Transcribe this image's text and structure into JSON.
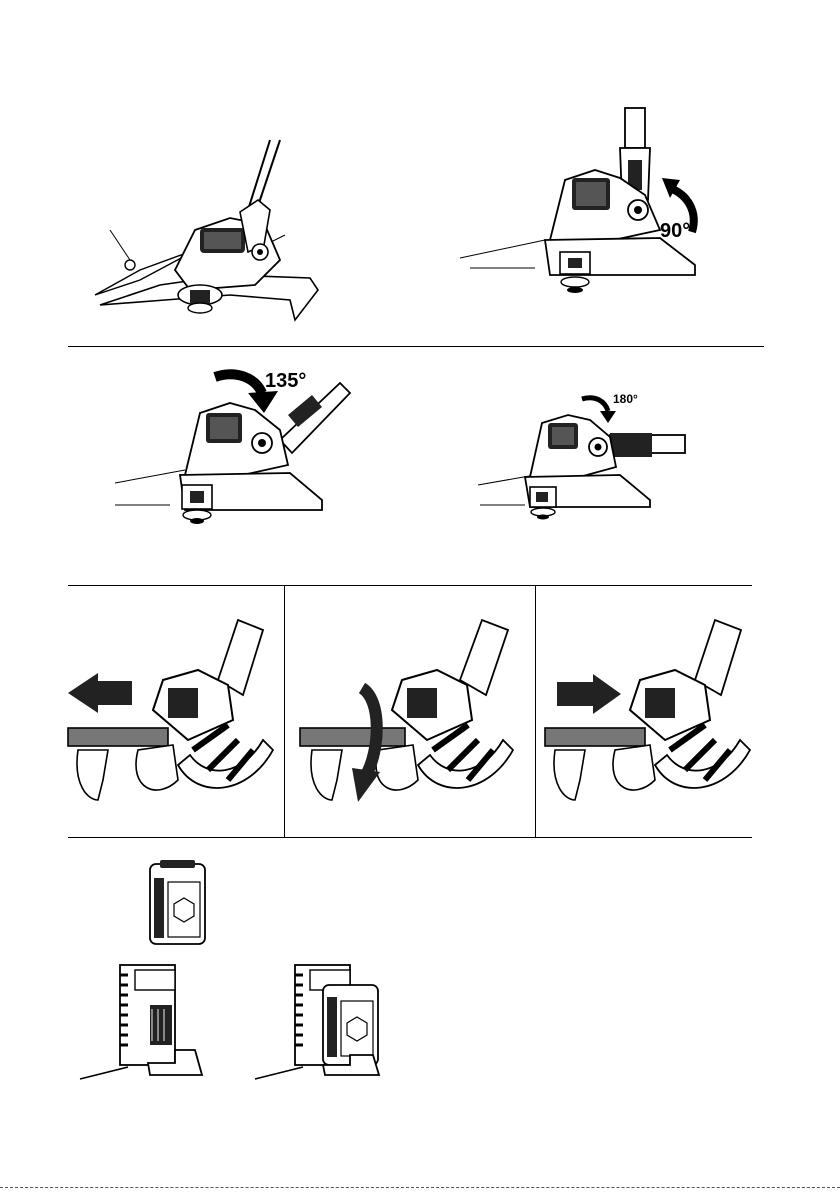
{
  "angles": {
    "a90": "90°",
    "a135": "135°",
    "a180": "180°"
  },
  "colors": {
    "ink": "#000000",
    "fill_dark": "#1a1a1a",
    "fill_mid": "#777777",
    "paper": "#ffffff"
  },
  "icons": {
    "trimmer_perspective": "trimmer-head-perspective-icon",
    "rotate_arrow": "curved-rotate-arrow-icon",
    "push_arrow": "push-arrow-icon",
    "pull_arrow": "pull-arrow-icon",
    "down_arrow": "curved-down-arrow-icon",
    "battery": "battery-pack-icon",
    "charger": "charger-icon"
  }
}
